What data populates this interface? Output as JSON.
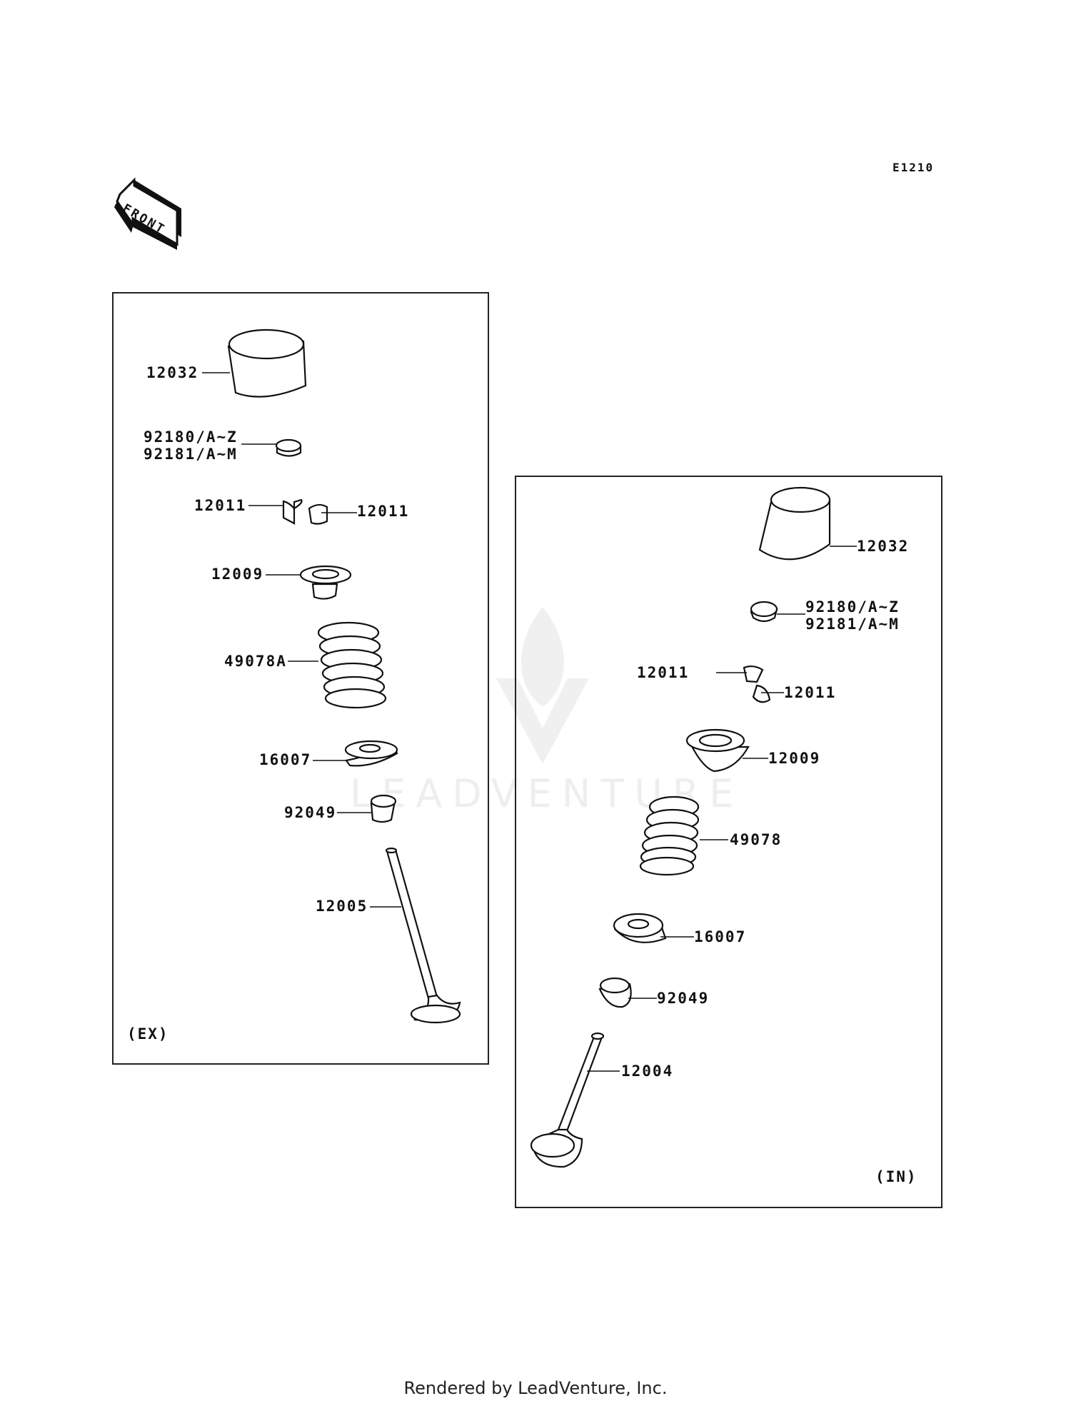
{
  "diagram_code": "E1210",
  "front_arrow_text": "FRONT",
  "watermark_text": "LEADVENTURE",
  "footer_text": "Rendered by LeadVenture, Inc.",
  "colors": {
    "line": "#111111",
    "background": "#ffffff",
    "watermark": "#eeeeee"
  },
  "panels": {
    "exhaust": {
      "tag": "(EX)",
      "parts": {
        "tappet": "12032",
        "shim_a": "92180/A~Z",
        "shim_b": "92181/A~M",
        "cotter_left": "12011",
        "cotter_right": "12011",
        "retainer": "12009",
        "spring": "49078A",
        "seat": "16007",
        "seal": "92049",
        "valve": "12005"
      }
    },
    "intake": {
      "tag": "(IN)",
      "parts": {
        "tappet": "12032",
        "shim_a": "92180/A~Z",
        "shim_b": "92181/A~M",
        "cotter_left": "12011",
        "cotter_right": "12011",
        "retainer": "12009",
        "spring": "49078",
        "seat": "16007",
        "seal": "92049",
        "valve": "12004"
      }
    }
  }
}
